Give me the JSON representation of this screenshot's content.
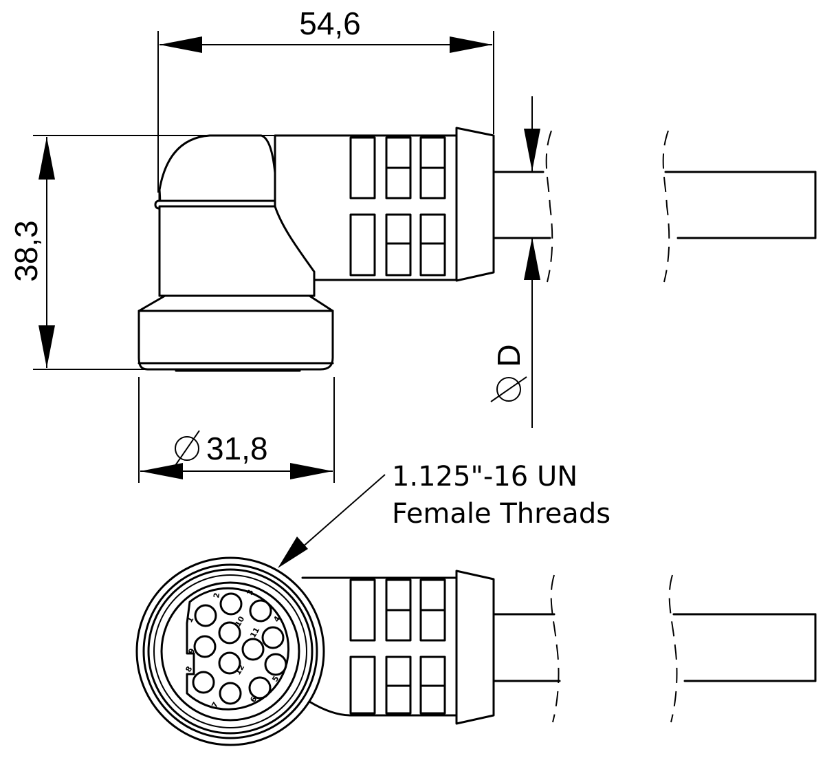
{
  "dimensions": {
    "width": "54,6",
    "height": "38,3",
    "diameter_nut": "31,8",
    "diameter_cable": "D",
    "diameter_symbol": "Ø"
  },
  "thread_note": {
    "line1": "1.125\"-16 UN",
    "line2": "Female Threads"
  },
  "pins": [
    "1",
    "2",
    "3",
    "4",
    "5",
    "6",
    "7",
    "8",
    "9",
    "10",
    "11",
    "12"
  ]
}
